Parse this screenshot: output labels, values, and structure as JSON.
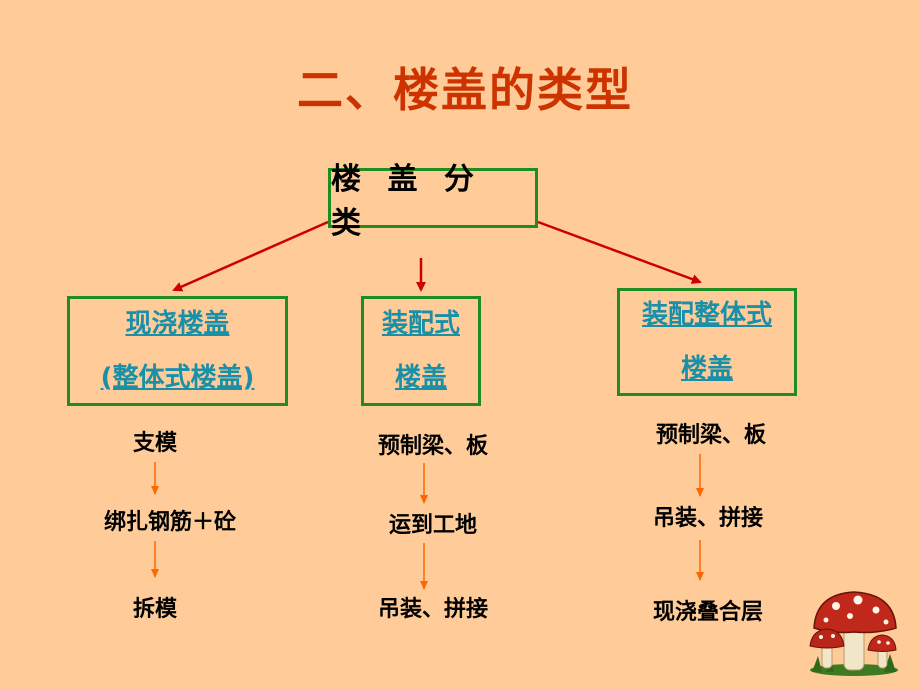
{
  "title": "二、楼盖的类型",
  "root": {
    "label": "楼 盖 分 类"
  },
  "categories": [
    {
      "line1": "现浇楼盖",
      "line2": "(整体式楼盖)",
      "steps": [
        "支模",
        "绑扎钢筋＋砼",
        "拆模"
      ]
    },
    {
      "line1": "装配式",
      "line2": "楼盖",
      "steps": [
        "预制梁、板",
        "运到工地",
        "吊装、拼接"
      ]
    },
    {
      "line1": "装配整体式",
      "line2": "楼盖",
      "steps": [
        "预制梁、板",
        "吊装、拼接",
        "现浇叠合层"
      ]
    }
  ],
  "colors": {
    "background": "#FFCC99",
    "title": "#CC3300",
    "box_border": "#1E8C1E",
    "category_text": "#1A8FA8",
    "main_arrow": "#CC0000",
    "step_arrow": "#FF6600"
  },
  "icons": {
    "decoration": "mushroom-icon"
  }
}
